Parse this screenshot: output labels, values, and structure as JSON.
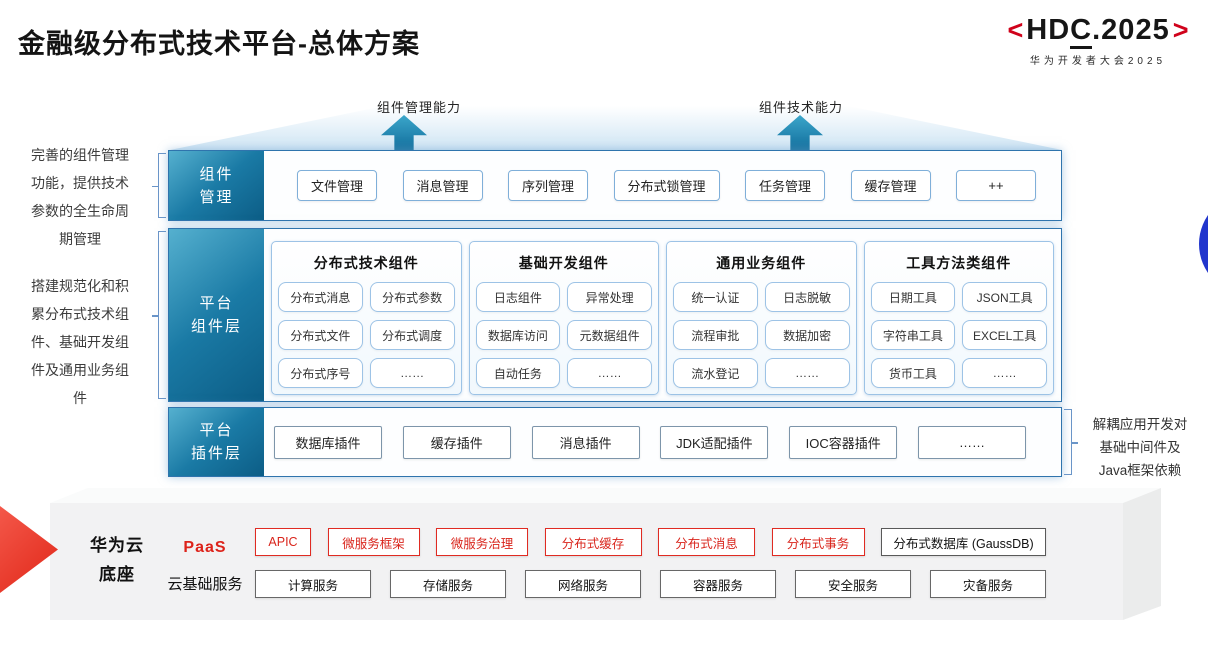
{
  "slide": {
    "title": "金融级分布式技术平台-总体方案"
  },
  "logo": {
    "bracket_left": "<",
    "name_prefix": "HD",
    "name_underlined": "C",
    "name_suffix": ".2025",
    "bracket_right": ">",
    "subtitle": "华为开发者大会2025"
  },
  "capability_arrows": [
    {
      "label": "组件管理能力"
    },
    {
      "label": "组件技术能力"
    }
  ],
  "left_notes": [
    "完善的组件管理功能，提供技术参数的全生命周期管理",
    "搭建规范化和积累分布式技术组件、基础开发组件及通用业务组件"
  ],
  "right_note_lines": [
    "解耦应用开发对",
    "基础中间件及",
    "Java框架依赖"
  ],
  "layers": {
    "component_management": {
      "label_lines": [
        "组件",
        "管理"
      ],
      "items": [
        "文件管理",
        "消息管理",
        "序列管理",
        "分布式锁管理",
        "任务管理",
        "缓存管理",
        "++"
      ]
    },
    "platform_components": {
      "label_lines": [
        "平台",
        "组件层"
      ],
      "groups": [
        {
          "title": "分布式技术组件",
          "cells": [
            "分布式消息",
            "分布式参数",
            "分布式文件",
            "分布式调度",
            "分布式序号",
            "……"
          ]
        },
        {
          "title": "基础开发组件",
          "cells": [
            "日志组件",
            "异常处理",
            "数据库访问",
            "元数据组件",
            "自动任务",
            "……"
          ]
        },
        {
          "title": "通用业务组件",
          "cells": [
            "统一认证",
            "日志脱敏",
            "流程审批",
            "数据加密",
            "流水登记",
            "……"
          ]
        },
        {
          "title": "工具方法类组件",
          "cells": [
            "日期工具",
            "JSON工具",
            "字符串工具",
            "EXCEL工具",
            "货币工具",
            "……"
          ]
        }
      ]
    },
    "platform_plugins": {
      "label_lines": [
        "平台",
        "插件层"
      ],
      "items": [
        "数据库插件",
        "缓存插件",
        "消息插件",
        "JDK适配插件",
        "IOC容器插件",
        "……"
      ]
    }
  },
  "cloud_base": {
    "title_lines": [
      "华为云",
      "底座"
    ],
    "paas_label": "PaaS",
    "paas_items": [
      "APIC",
      "微服务框架",
      "微服务治理",
      "分布式缓存",
      "分布式消息",
      "分布式事务",
      "分布式数据库 (GaussDB)"
    ],
    "iaas_label": "云基础服务",
    "iaas_items": [
      "计算服务",
      "存储服务",
      "网络服务",
      "容器服务",
      "安全服务",
      "灾备服务"
    ]
  },
  "colors": {
    "accent_red": "#DA251C",
    "layer_teal_dark": "#0C5D86",
    "layer_teal_light": "#51ADCD",
    "row_border_blue": "#2F74AD",
    "box_border_blue": "#9DC3E6",
    "circle_blue": "#2236CD",
    "base_gray": "#F2F2F3"
  }
}
